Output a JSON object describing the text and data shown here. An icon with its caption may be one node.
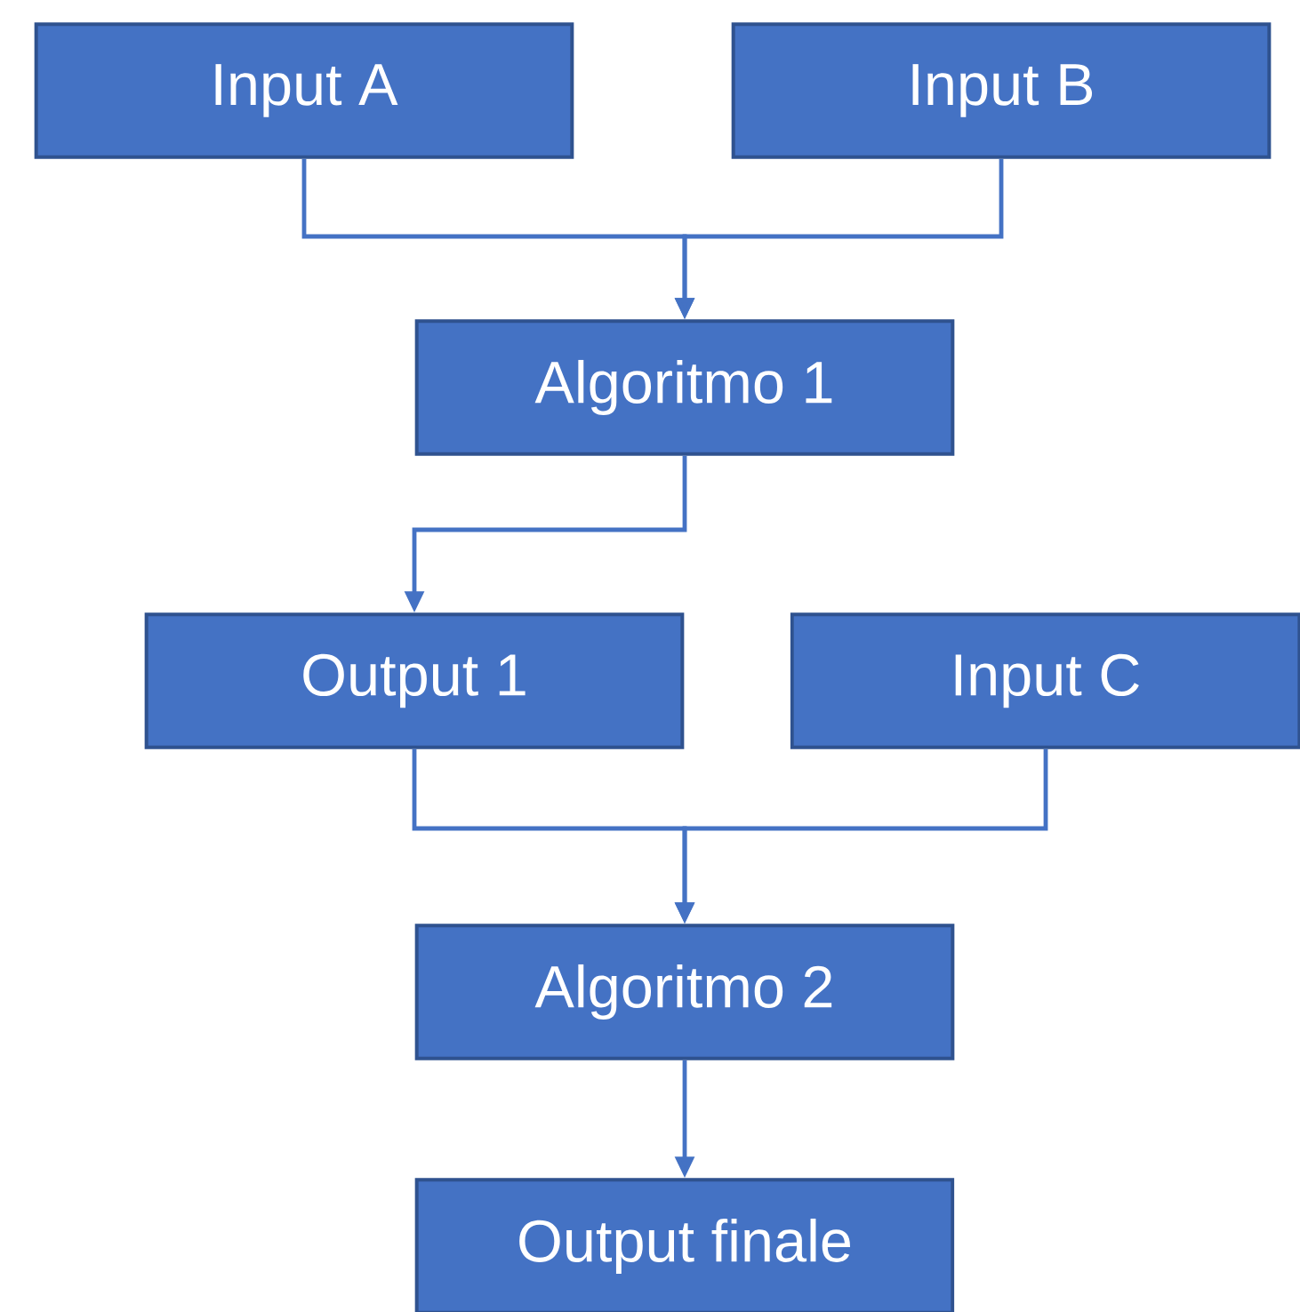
{
  "diagram": {
    "nodes": [
      {
        "text": [
          "Input A"
        ]
      },
      {
        "text": [
          "Input B"
        ]
      },
      {
        "text": [
          "Algoritmo 1"
        ]
      },
      {
        "text": [
          "Output 1"
        ]
      },
      {
        "text": [
          "Input C"
        ]
      },
      {
        "text": [
          "Algoritmo 2"
        ]
      },
      {
        "text": [
          "Output finale"
        ]
      }
    ],
    "edges": [
      {
        "from": 0,
        "to": 2,
        "arrow": "to"
      },
      {
        "from": 1,
        "to": 2,
        "arrow": "to"
      },
      {
        "from": 2,
        "to": 3,
        "arrow": "to"
      },
      {
        "from": 3,
        "to": 5,
        "arrow": "to"
      },
      {
        "from": 4,
        "to": 5,
        "arrow": "to"
      },
      {
        "from": 5,
        "to": 6,
        "arrow": "to"
      }
    ]
  }
}
